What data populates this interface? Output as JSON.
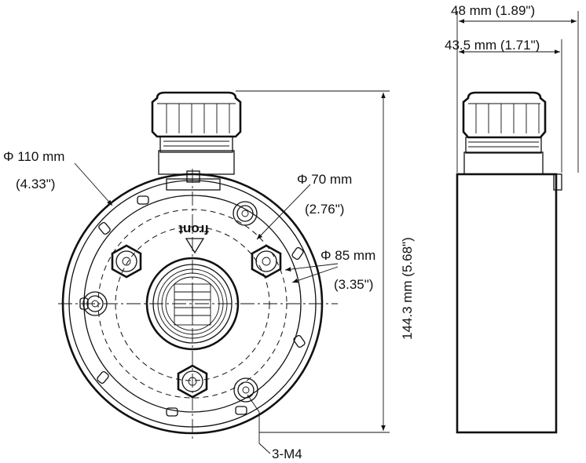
{
  "labels": {
    "outer_diameter_mm": "Φ 110 mm",
    "outer_diameter_in": "(4.33\")",
    "hole_circle_70_mm": "Φ 70 mm",
    "hole_circle_70_in": "(2.76\")",
    "hole_circle_85_mm": "Φ 85 mm",
    "hole_circle_85_in": "(3.35\")",
    "height_dim": "144.3 mm  (5.68\")",
    "screws": "3-M4",
    "depth_overall": "48 mm  (1.89\")",
    "depth_body": "43.5 mm  (1.71\")",
    "front_mark": "front"
  }
}
